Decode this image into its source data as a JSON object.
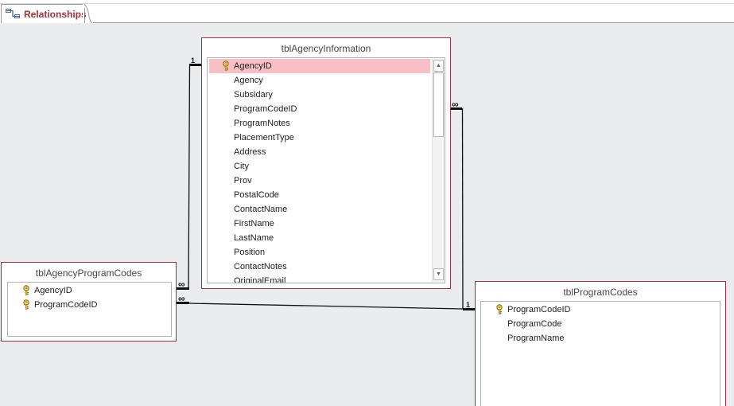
{
  "tab": {
    "label": "Relationships",
    "icon": "relationships-icon"
  },
  "colors": {
    "tab_label": "#a2343a",
    "table_border": "#9e2f43",
    "selected_row": "#f8c0c4",
    "canvas": "#eaecee"
  },
  "tables": {
    "agency_information": {
      "title": "tblAgencyInformation",
      "fields": [
        {
          "name": "AgencyID",
          "key": true,
          "selected": true
        },
        {
          "name": "Agency"
        },
        {
          "name": "Subsidary"
        },
        {
          "name": "ProgramCodeID"
        },
        {
          "name": "ProgramNotes"
        },
        {
          "name": "PlacementType"
        },
        {
          "name": "Address"
        },
        {
          "name": "City"
        },
        {
          "name": "Prov"
        },
        {
          "name": "PostalCode"
        },
        {
          "name": "ContactName"
        },
        {
          "name": "FirstName"
        },
        {
          "name": "LastName"
        },
        {
          "name": "Position"
        },
        {
          "name": "ContactNotes"
        },
        {
          "name": "OriginalEmail"
        }
      ]
    },
    "agency_program_codes": {
      "title": "tblAgencyProgramCodes",
      "fields": [
        {
          "name": "AgencyID",
          "key": true
        },
        {
          "name": "ProgramCodeID",
          "key": true
        }
      ]
    },
    "program_codes": {
      "title": "tblProgramCodes",
      "fields": [
        {
          "name": "ProgramCodeID",
          "key": true
        },
        {
          "name": "ProgramCode"
        },
        {
          "name": "ProgramName"
        }
      ]
    }
  },
  "relationships": {
    "agency_one": "1",
    "agency_many": "∞",
    "program_one": "1",
    "program_many": "∞"
  }
}
